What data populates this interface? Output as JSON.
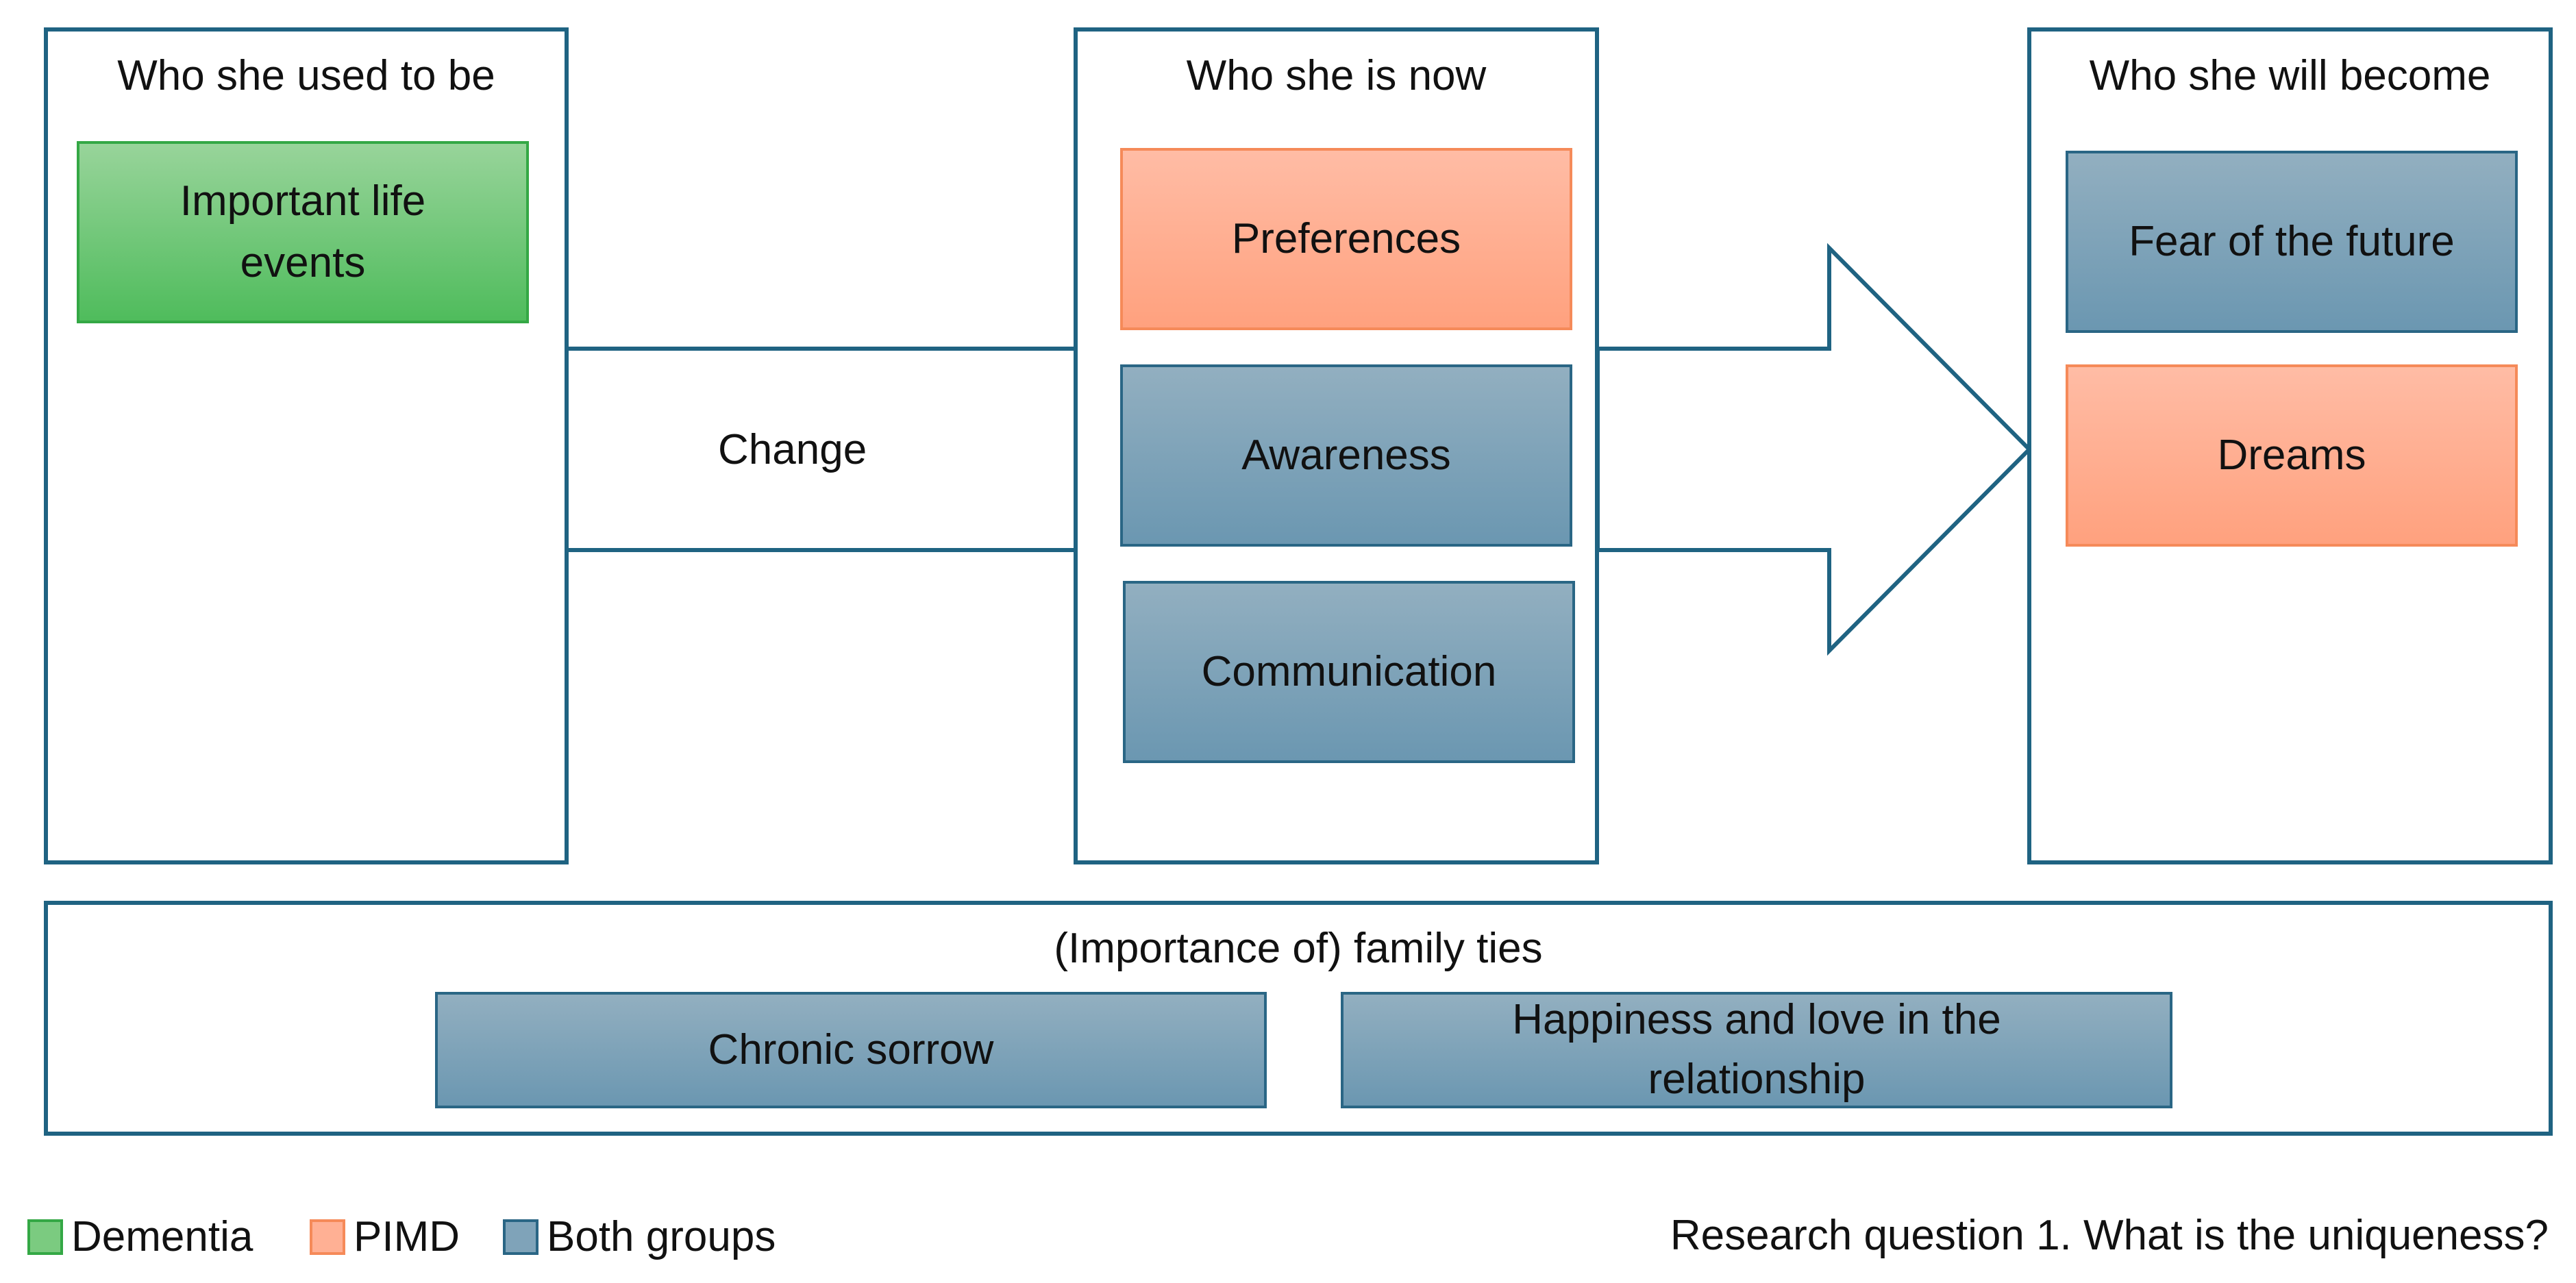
{
  "columns": {
    "past": {
      "title": "Who she used to be",
      "items": [
        {
          "label": "Important life events",
          "group": "dementia"
        }
      ]
    },
    "present": {
      "title": "Who she is now",
      "items": [
        {
          "label": "Preferences",
          "group": "pimd"
        },
        {
          "label": "Awareness",
          "group": "both"
        },
        {
          "label": "Communication",
          "group": "both"
        }
      ]
    },
    "future": {
      "title": "Who she will become",
      "items": [
        {
          "label": "Fear of the future",
          "group": "both"
        },
        {
          "label": "Dreams",
          "group": "pimd"
        }
      ]
    }
  },
  "connector": {
    "label": "Change"
  },
  "family": {
    "title": "(Importance of) family ties",
    "items": [
      {
        "label": "Chronic sorrow",
        "group": "both"
      },
      {
        "label": "Happiness and love in the relationship",
        "group": "both"
      }
    ]
  },
  "legend": [
    {
      "label": "Dementia",
      "color": "#7bcb80"
    },
    {
      "label": "PIMD",
      "color": "#ffb094"
    },
    {
      "label": "Both groups",
      "color": "#7fa3b9"
    }
  ],
  "caption": "Research question 1. What is the uniqueness?"
}
